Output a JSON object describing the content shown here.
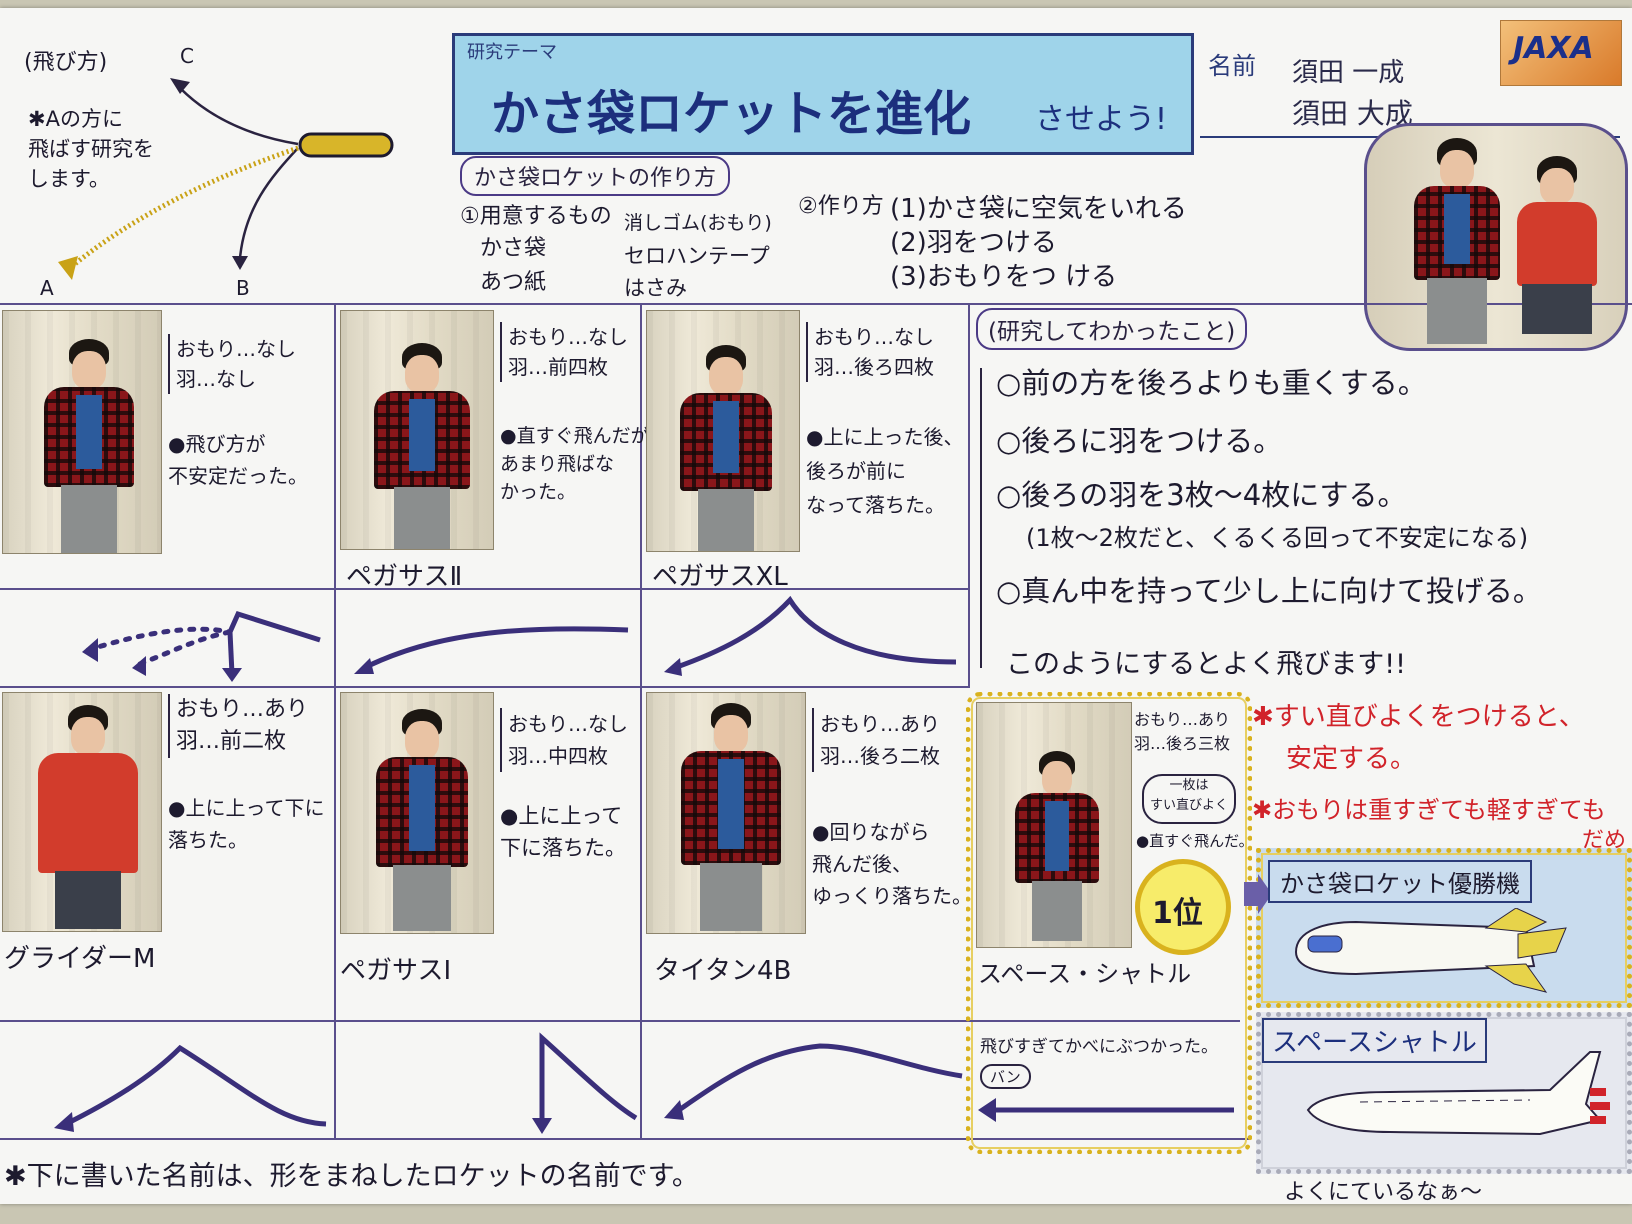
{
  "header": {
    "theme_label": "研究テーマ",
    "title_main": "かさ袋ロケットを進化",
    "title_suffix": "させよう!",
    "name_label": "名前",
    "names": [
      "須田 一成",
      "須田 大成"
    ],
    "logo": "JAXA"
  },
  "flight": {
    "label": "(飛び方)",
    "note_lines": [
      "✱Aの方に",
      "飛ばす研究を",
      "します。"
    ],
    "points": [
      "A",
      "B",
      "C"
    ]
  },
  "howto": {
    "title": "かさ袋ロケットの作り方",
    "materials_title": "①用意するもの",
    "materials": [
      "かさ袋",
      "あつ紙",
      "消しゴム(おもり)",
      "セロハンテープ",
      "はさみ"
    ],
    "steps_title": "②作り方",
    "steps": [
      "(1)かさ袋に空気をいれる",
      "(2)羽をつける",
      "(3)おもりをつ ける"
    ]
  },
  "rockets": [
    {
      "name": "",
      "specs": [
        "おもり…なし",
        "羽…なし"
      ],
      "result": [
        "●飛び方が",
        "不安定だった。"
      ]
    },
    {
      "name": "ペガサスⅡ",
      "specs": [
        "おもり…なし",
        "羽…前四枚"
      ],
      "result": [
        "●直すぐ飛んだが",
        "あまり飛ばな",
        "かった。"
      ]
    },
    {
      "name": "ペガサスXL",
      "specs": [
        "おもり…なし",
        "羽…後ろ四枚"
      ],
      "result": [
        "●上に上った後、",
        "後ろが前に",
        "なって落ちた。"
      ]
    },
    {
      "name": "グライダーM",
      "specs": [
        "おもり…あり",
        "羽…前二枚"
      ],
      "result": [
        "●上に上って下に",
        "落ちた。"
      ]
    },
    {
      "name": "ペガサスI",
      "specs": [
        "おもり…なし",
        "羽…中四枚"
      ],
      "result": [
        "●上に上って",
        "下に落ちた。"
      ]
    },
    {
      "name": "タイタン4B",
      "specs": [
        "おもり…あり",
        "羽…後ろ二枚"
      ],
      "result": [
        "●回りながら",
        "飛んだ後、",
        "ゆっくり落ちた。"
      ]
    },
    {
      "name": "スペース・シャトル",
      "specs": [
        "おもり…あり",
        "羽…後ろ三枚"
      ],
      "result": [
        "●直すぐ飛んだ。"
      ]
    }
  ],
  "shuttle": {
    "bubble_lines": [
      "一枚は",
      "すい直びよく"
    ],
    "rank": "1位",
    "crash_note": "飛びすぎてかべにぶつかった。",
    "bang": "バン"
  },
  "findings": {
    "title": "(研究してわかったこと)",
    "items": [
      "○前の方を後ろよりも重くする。",
      "○後ろに羽をつける。",
      "○後ろの羽を3枚〜4枚にする。",
      "(1枚〜2枚だと、くるくる回って不安定になる)",
      "○真ん中を持って少し上に向けて投げる。"
    ],
    "conclusion": "このようにするとよく飛びます!!"
  },
  "tips": [
    "✱すい直びよくをつけると、",
    "安定する。",
    "✱おもりは重すぎても軽すぎても",
    "だめ"
  ],
  "winner": {
    "title": "かさ袋ロケット優勝機"
  },
  "real_shuttle": {
    "title": "スペースシャトル",
    "caption": "よくにているなぁ〜"
  },
  "footnote": "✱下に書いた名前は、形をまねしたロケットの名前です。",
  "colors": {
    "purple_ink": "#4b3a86",
    "title_blue": "#9fd4ea",
    "glitter": "#d9b21e",
    "tip_red": "#d1232a"
  }
}
